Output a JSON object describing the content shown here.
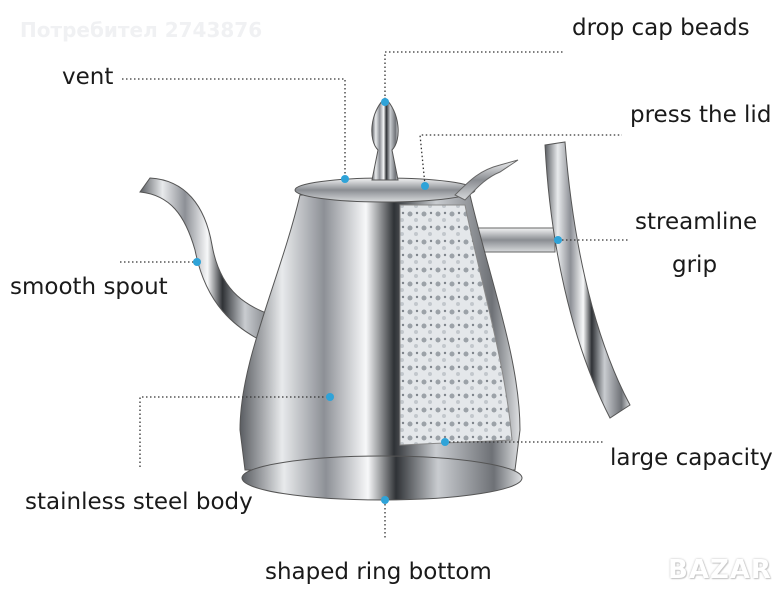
{
  "watermark": "Потребител 2743876",
  "logo": "BAZAR",
  "accent_color": "#2fa3d8",
  "labels": {
    "drop_cap_beads": "drop cap beads",
    "vent": "vent",
    "press_the_lid": "press the lid",
    "streamline": "streamline",
    "grip": "grip",
    "smooth_spout": "smooth spout",
    "stainless_steel_body": "stainless steel body",
    "large_capacity": "large capacity",
    "shaped_ring_bottom": "shaped ring bottom"
  }
}
